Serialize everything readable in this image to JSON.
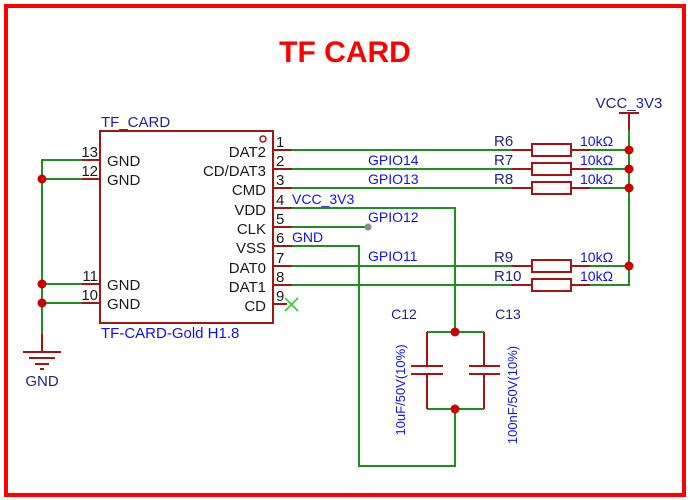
{
  "title": "TF CARD",
  "component": {
    "designator": "TF_CARD",
    "footprint": "TF-CARD-Gold H1.8",
    "left_pins": [
      {
        "num": "13",
        "name": "GND"
      },
      {
        "num": "12",
        "name": "GND"
      },
      {
        "num": "11",
        "name": "GND"
      },
      {
        "num": "10",
        "name": "GND"
      }
    ],
    "right_pins": [
      {
        "num": "1",
        "name": "DAT2"
      },
      {
        "num": "2",
        "name": "CD/DAT3"
      },
      {
        "num": "3",
        "name": "CMD"
      },
      {
        "num": "4",
        "name": "VDD"
      },
      {
        "num": "5",
        "name": "CLK"
      },
      {
        "num": "6",
        "name": "VSS"
      },
      {
        "num": "7",
        "name": "DAT0"
      },
      {
        "num": "8",
        "name": "DAT1"
      },
      {
        "num": "9",
        "name": "CD"
      }
    ]
  },
  "nets": {
    "pin2": "GPIO14",
    "pin3": "GPIO13",
    "pin4": "VCC_3V3",
    "pin5": "GPIO12",
    "pin6": "GND",
    "pin7": "GPIO11"
  },
  "power": {
    "vcc_label": "VCC_3V3",
    "gnd_label": "GND"
  },
  "resistors": [
    {
      "ref": "R6",
      "value": "10kΩ"
    },
    {
      "ref": "R7",
      "value": "10kΩ"
    },
    {
      "ref": "R8",
      "value": "10kΩ"
    },
    {
      "ref": "R9",
      "value": "10kΩ"
    },
    {
      "ref": "R10",
      "value": "10kΩ"
    }
  ],
  "capacitors": [
    {
      "ref": "C12",
      "value": "10uF/50V(10%)"
    },
    {
      "ref": "C13",
      "value": "100nF/50V(10%)"
    }
  ]
}
